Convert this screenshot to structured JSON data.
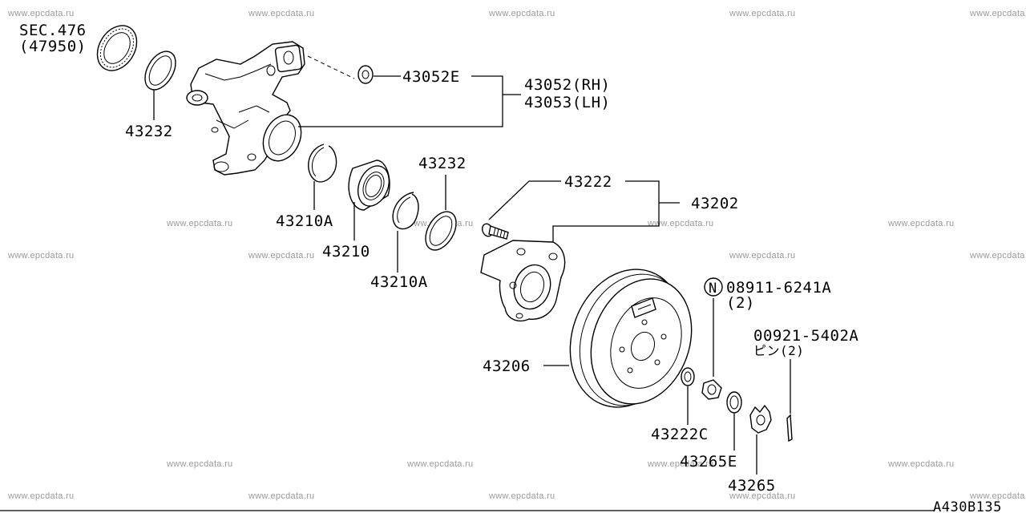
{
  "watermark": "www.epcdata.ru",
  "diagram_id": "A430B135",
  "labels": {
    "sec_ref": "SEC.476",
    "sec_ref_part": "(47950)",
    "p43232_a": "43232",
    "p43052e": "43052E",
    "p43052_rh": "43052(RH)",
    "p43053_lh": "43053(LH)",
    "p43210a_1": "43210A",
    "p43210": "43210",
    "p43210a_2": "43210A",
    "p43232_b": "43232",
    "p43222": "43222",
    "p43202": "43202",
    "p08911": "08911-6241A",
    "p08911_qty": "(2)",
    "nut_marker": "N",
    "p00921": "00921-5402A",
    "p00921_sub": "ピン(2)",
    "p43206": "43206",
    "p43222c": "43222C",
    "p43265e": "43265E",
    "p43265": "43265"
  }
}
